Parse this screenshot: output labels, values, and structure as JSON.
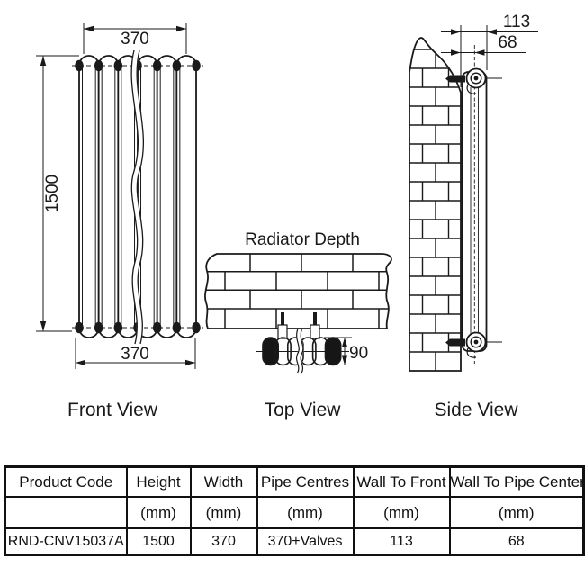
{
  "drawing": {
    "front": {
      "label": "Front View",
      "dim_width_top": "370",
      "dim_height": "1500",
      "dim_width_bottom": "370"
    },
    "top": {
      "label": "Top View",
      "title": "Radiator Depth",
      "dim_depth": "90"
    },
    "side": {
      "label": "Side View",
      "dim_wall_to_front": "113",
      "dim_wall_to_pipe_center": "68"
    }
  },
  "table": {
    "headers": [
      "Product Code",
      "Height",
      "Width",
      "Pipe Centres",
      "Wall To Front",
      "Wall To Pipe Center"
    ],
    "units": [
      "",
      "(mm)",
      "(mm)",
      "(mm)",
      "(mm)",
      "(mm)"
    ],
    "rows": [
      [
        "RND-CNV15037A",
        "1500",
        "370",
        "370+Valves",
        "113",
        "68"
      ]
    ]
  },
  "colors": {
    "line": "#1a1a1a",
    "background": "#ffffff"
  }
}
